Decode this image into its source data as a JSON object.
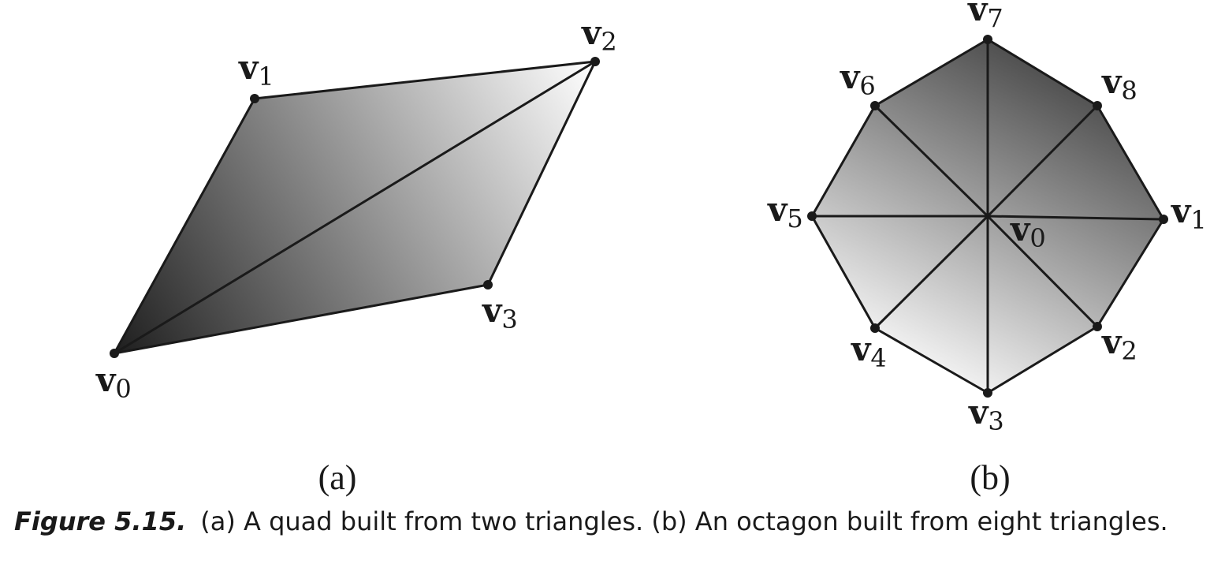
{
  "diagram_a": {
    "panel_label": "(a)",
    "vertices": [
      {
        "name": "v",
        "sub": "0"
      },
      {
        "name": "v",
        "sub": "1"
      },
      {
        "name": "v",
        "sub": "2"
      },
      {
        "name": "v",
        "sub": "3"
      }
    ]
  },
  "diagram_b": {
    "panel_label": "(b)",
    "vertices": [
      {
        "name": "v",
        "sub": "0"
      },
      {
        "name": "v",
        "sub": "1"
      },
      {
        "name": "v",
        "sub": "2"
      },
      {
        "name": "v",
        "sub": "3"
      },
      {
        "name": "v",
        "sub": "4"
      },
      {
        "name": "v",
        "sub": "5"
      },
      {
        "name": "v",
        "sub": "6"
      },
      {
        "name": "v",
        "sub": "7"
      },
      {
        "name": "v",
        "sub": "8"
      }
    ]
  },
  "caption": {
    "figure_number": "Figure 5.15.",
    "text": "(a) A quad built from two triangles. (b) An octagon built from eight triangles."
  },
  "colors": {
    "stroke": "#1a1a1a",
    "gradient_dark": "#1e1e1e",
    "gradient_light": "#ffffff"
  }
}
